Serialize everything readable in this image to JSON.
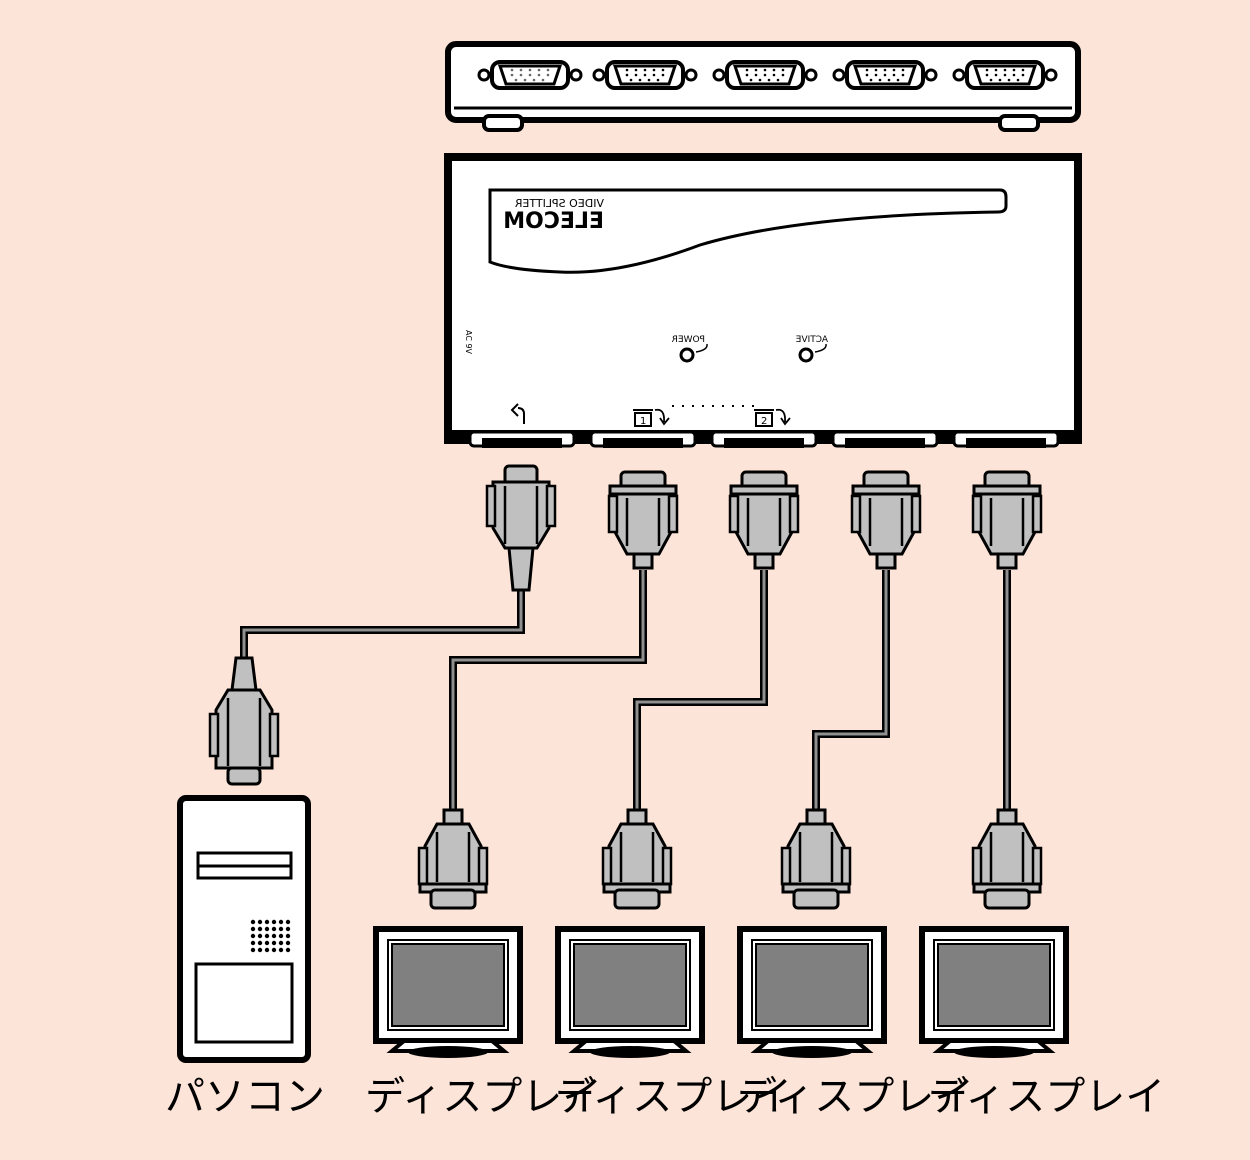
{
  "colors": {
    "background": "#fde4d8",
    "device": "#ffffff",
    "outline": "#000000",
    "connector": "#c0c0c0",
    "cable": "#909090",
    "screen": "#808080"
  },
  "device": {
    "brand": "ELECOM",
    "product": "VIDEO SPLITTER",
    "power_label": "POWER",
    "active_label": "ACTIVE",
    "dc_label": "AC 9V",
    "port1": "1",
    "port2": "2"
  },
  "labels": {
    "pc": "パソコン",
    "display": "ディスプレイ"
  },
  "icons": [
    "vga-port-icon",
    "vga-plug-icon",
    "pc-tower-icon",
    "crt-monitor-icon",
    "power-led-icon",
    "active-led-icon"
  ]
}
